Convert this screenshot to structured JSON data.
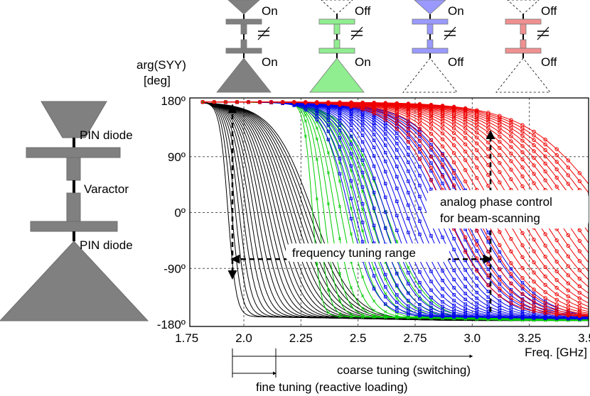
{
  "chart_data": {
    "type": "line",
    "title": "",
    "ylabel": [
      "arg(SYY)",
      "[deg]"
    ],
    "xlabel": "Freq. [GHz]",
    "xlim": [
      1.75,
      3.55
    ],
    "ylim": [
      -190,
      185
    ],
    "grid": true,
    "x_ticks": [
      1.75,
      2.0,
      2.25,
      2.5,
      2.75,
      3.0,
      3.25,
      3.5
    ],
    "x_tick_labels": [
      "1.75",
      "2.0",
      "2.25",
      "2.5",
      "2.75",
      "3.0",
      "3.25",
      "3.5"
    ],
    "y_ticks": [
      180,
      90,
      0,
      -90,
      -180
    ],
    "y_tick_labels": [
      "180º",
      "90º",
      "0º",
      "-90º",
      "-180º"
    ],
    "x_gridlines": [
      2.0,
      2.25,
      2.5,
      2.75,
      3.0,
      3.25
    ],
    "y_gridlines": [
      90,
      0,
      -90
    ],
    "series": [
      {
        "state": "both PIN diodes On",
        "color": "#000000",
        "marker": "none",
        "curves": 24,
        "transition_ghz": [
          1.93,
          2.3
        ]
      },
      {
        "state": "top Off, bottom On",
        "color": "#00cc00",
        "marker": "x",
        "curves": 14,
        "transition_ghz": [
          2.3,
          2.62
        ]
      },
      {
        "state": "top On, bottom Off",
        "color": "#0000ee",
        "marker": "square",
        "curves": 26,
        "transition_ghz": [
          2.46,
          3.02
        ]
      },
      {
        "state": "both PIN diodes Off",
        "color": "#ee0000",
        "marker": "circle",
        "curves": 24,
        "transition_ghz": [
          2.88,
          3.6
        ]
      }
    ],
    "annotations": {
      "beam": [
        "analog phase control",
        "for beam-scanning"
      ],
      "freq": "frequency tuning range",
      "coarse": "coarse tuning (switching)",
      "fine": "fine tuning  (reactive loading)"
    },
    "arrows": {
      "freq_range_ghz": [
        1.95,
        3.08
      ],
      "freq_range_y": -75,
      "left_vertical": {
        "x": 1.95,
        "y": [
          172,
          -105
        ]
      },
      "right_vertical": {
        "x": 3.08,
        "y": [
          -160,
          130
        ]
      }
    },
    "bottom_brackets": {
      "coarse_ghz": [
        1.95,
        3.0
      ],
      "fine_ghz": [
        1.95,
        2.14
      ]
    }
  },
  "legend_states": [
    {
      "color": "#808080",
      "top": "On",
      "bottom": "On"
    },
    {
      "color": "#90ee90",
      "top": "Off",
      "bottom": "On"
    },
    {
      "color": "#9999ff",
      "top": "On",
      "bottom": "Off"
    },
    {
      "color": "#f09090",
      "top": "Off",
      "bottom": "Off"
    }
  ],
  "device_labels": {
    "pin_top": "PIN diode",
    "varactor": "Varactor",
    "pin_bottom": "PIN diode"
  },
  "colors": {
    "device": "#808080",
    "grid": "#555555",
    "frame": "#000000"
  }
}
